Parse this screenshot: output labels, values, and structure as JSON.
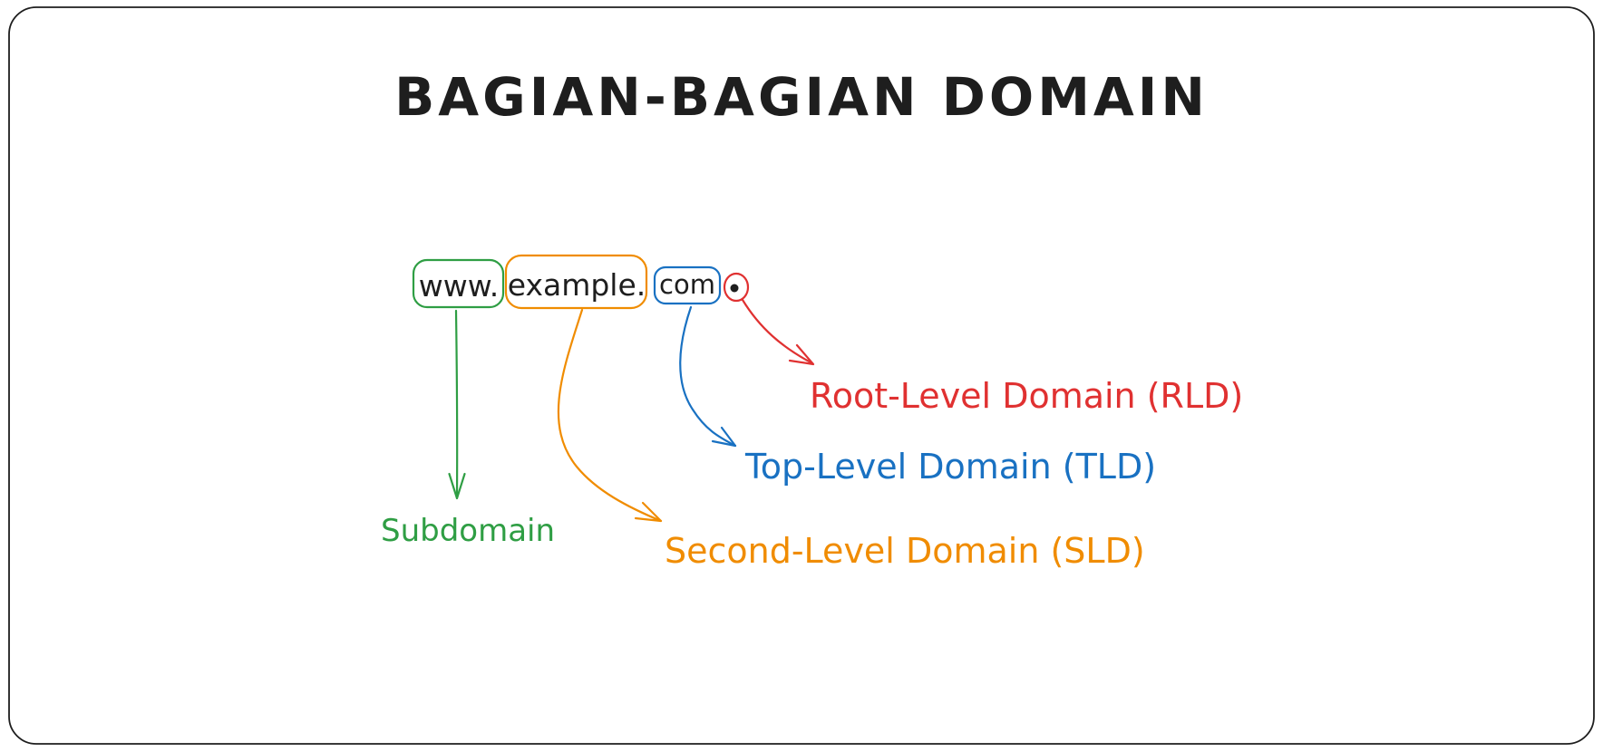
{
  "canvas": {
    "background": "#ffffff",
    "border_color": "#1e1e1e",
    "ink_color": "#1e1e1e"
  },
  "title": "BAGIAN-BAGIAN DOMAIN",
  "domain_parts": [
    {
      "label": "www.",
      "part": "subdomain",
      "color": "#2f9e44"
    },
    {
      "label": "example.",
      "part": "second-level-domain",
      "color": "#f08c00"
    },
    {
      "label": "com",
      "part": "top-level-domain",
      "color": "#1971c2"
    },
    {
      "label": ".",
      "part": "root-level-domain",
      "color": "#e03131"
    }
  ],
  "annotations": [
    {
      "label": "Subdomain",
      "color": "#2f9e44"
    },
    {
      "label": "Second-Level Domain (SLD)",
      "color": "#f08c00"
    },
    {
      "label": "Top-Level Domain (TLD)",
      "color": "#1971c2"
    },
    {
      "label": "Root-Level Domain (RLD)",
      "color": "#e03131"
    }
  ]
}
